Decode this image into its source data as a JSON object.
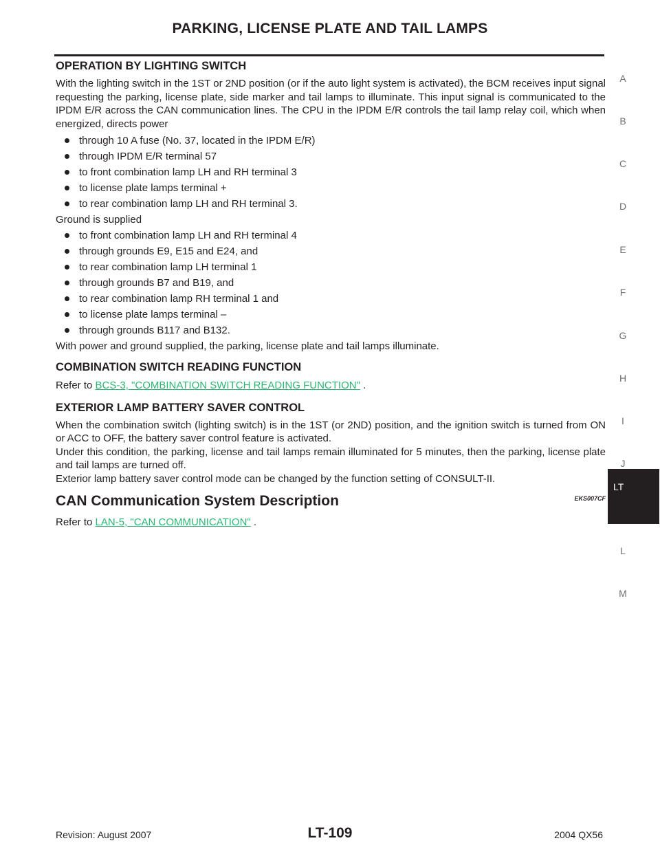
{
  "header": {
    "title": "PARKING, LICENSE PLATE AND TAIL LAMPS"
  },
  "sections": {
    "operation": {
      "heading": "OPERATION BY LIGHTING SWITCH",
      "intro": "With the lighting switch in the 1ST or 2ND position (or if the auto light system is activated), the BCM receives input signal requesting the parking, license plate, side marker and tail lamps to illuminate. This input signal is communicated to the IPDM E/R across the CAN communication lines. The CPU in the IPDM E/R controls the tail lamp relay coil, which when energized, directs power",
      "power_items": [
        "through 10 A fuse (No. 37, located in the IPDM E/R)",
        "through IPDM E/R terminal 57",
        "to front combination lamp LH and RH terminal 3",
        "to license plate lamps terminal +",
        "to rear combination lamp LH and RH terminal 3."
      ],
      "ground_intro": "Ground is supplied",
      "ground_items": [
        "to front combination lamp LH and RH terminal 4",
        "through grounds E9, E15 and E24, and",
        "to rear combination lamp LH terminal 1",
        "through grounds B7 and B19, and",
        "to rear combination lamp RH terminal 1 and",
        "to license plate lamps terminal –",
        "through grounds B117 and B132."
      ],
      "closing": "With power and ground supplied, the parking, license plate and tail lamps illuminate."
    },
    "combination": {
      "heading": "COMBINATION SWITCH READING FUNCTION",
      "refer_prefix": "Refer to ",
      "link": "BCS-3, \"COMBINATION SWITCH READING FUNCTION\"",
      "refer_suffix": " ."
    },
    "saver": {
      "heading": "EXTERIOR LAMP BATTERY SAVER CONTROL",
      "p1": "When the combination switch (lighting switch) is in the 1ST (or 2ND) position, and the ignition switch is turned from ON or ACC to OFF, the battery saver control feature is activated.",
      "p2": "Under this condition, the parking, license and tail lamps remain illuminated for 5 minutes, then the parking, license plate and tail lamps are turned off.",
      "p3": "Exterior lamp battery saver control mode can be changed by the function setting of CONSULT-II."
    },
    "can": {
      "heading": "CAN Communication System Description",
      "code": "EKS007CF",
      "refer_prefix": "Refer to ",
      "link": "LAN-5, \"CAN COMMUNICATION\"",
      "refer_suffix": " ."
    }
  },
  "side_tabs": [
    "A",
    "B",
    "C",
    "D",
    "E",
    "F",
    "G",
    "H",
    "I",
    "J",
    "LT",
    "L",
    "M"
  ],
  "active_tab": "LT",
  "footer": {
    "revision": "Revision: August 2007",
    "page": "LT-109",
    "model": "2004 QX56"
  }
}
